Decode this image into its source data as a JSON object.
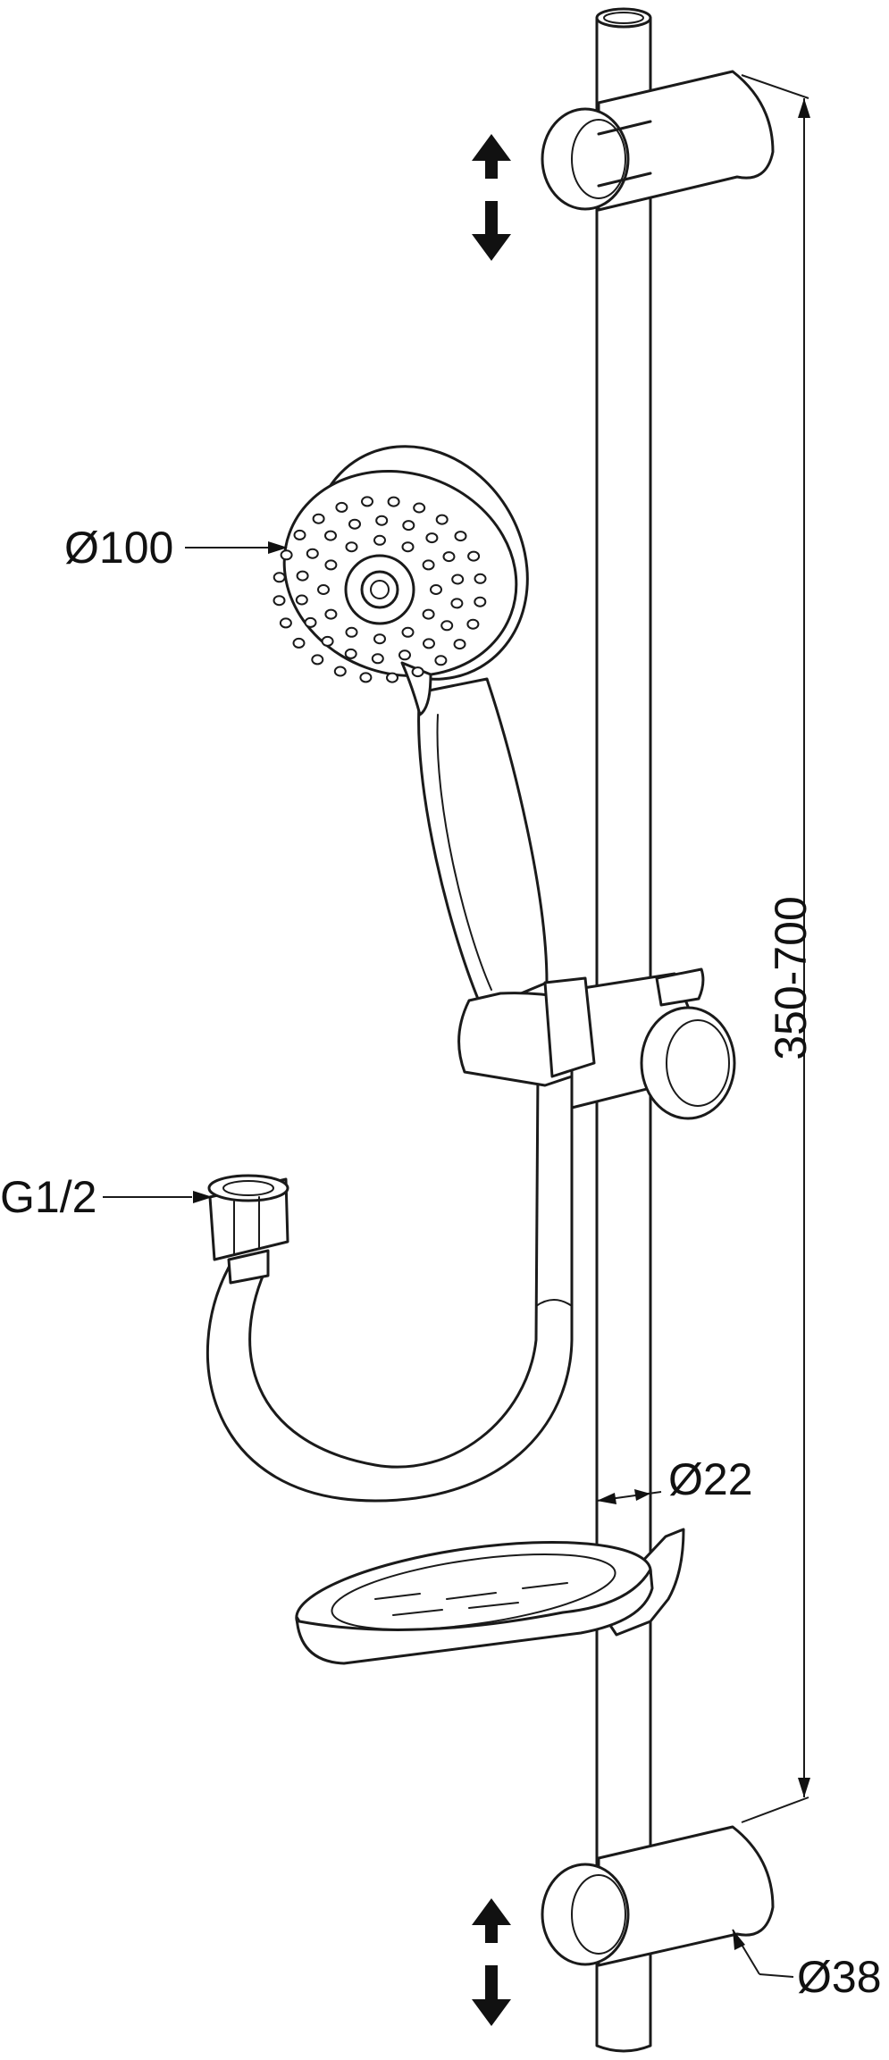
{
  "labels": {
    "head_diameter": "Ø100",
    "connection": "G1/2",
    "rail_height": "350-700",
    "rail_diameter": "Ø22",
    "bracket_diameter": "Ø38"
  },
  "colors": {
    "line": "#1a1a1a",
    "background": "#ffffff"
  }
}
